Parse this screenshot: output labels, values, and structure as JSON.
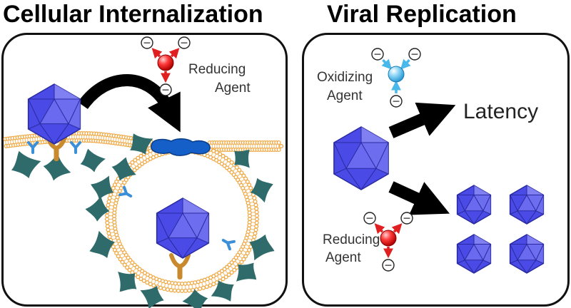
{
  "panels": {
    "left": {
      "title": "Cellular Internalization",
      "agent_line1": "Reducing",
      "agent_line2": "Agent"
    },
    "right": {
      "title": "Viral Replication",
      "oxidizing_line1": "Oxidizing",
      "oxidizing_line2": "Agent",
      "latency": "Latency",
      "reducing_line1": "Reducing",
      "reducing_line2": "Agent"
    }
  },
  "charge_symbol": "−",
  "colors": {
    "virus": "#4a4ae6",
    "virus_light": "#8a8af5",
    "membrane": "#f0a945",
    "receptor": "#c98a2e",
    "actin": "#2f6b6b",
    "reducing": "#e02020",
    "oxidizing": "#4ab8ea",
    "blue_protein": "#1560c8"
  }
}
